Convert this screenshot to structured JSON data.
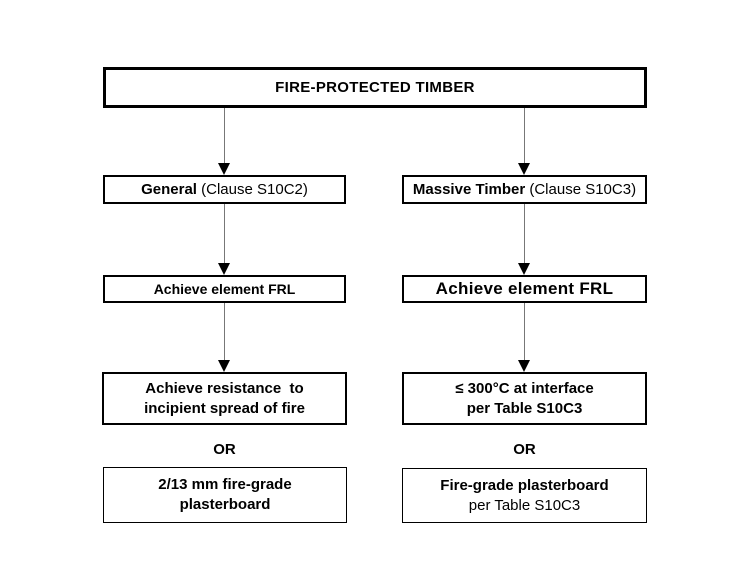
{
  "title": "FIRE-PROTECTED TIMBER",
  "or_label": "OR",
  "columns": {
    "left": {
      "branch": {
        "bold": "General",
        "rest": " (Clause S10C2)"
      },
      "frl": "Achieve element FRL",
      "requirement": {
        "line1": "Achieve resistance  to",
        "line2": "incipient spread of fire"
      },
      "alternative": {
        "line1": "2/13 mm fire-grade",
        "line2": "plasterboard"
      }
    },
    "right": {
      "branch": {
        "bold": "Massive Timber",
        "rest": " (Clause S10C3)"
      },
      "frl": "Achieve element FRL",
      "requirement": {
        "line1": "≤ 300°C at interface",
        "line2": "per Table S10C3"
      },
      "alternative": {
        "line1": "Fire-grade plasterboard",
        "line2": "per Table S10C3"
      }
    }
  },
  "colors": {
    "background": "#ffffff",
    "box_border": "#000000",
    "text": "#000000",
    "arrow_shaft": "#777777",
    "arrow_head": "#000000"
  }
}
